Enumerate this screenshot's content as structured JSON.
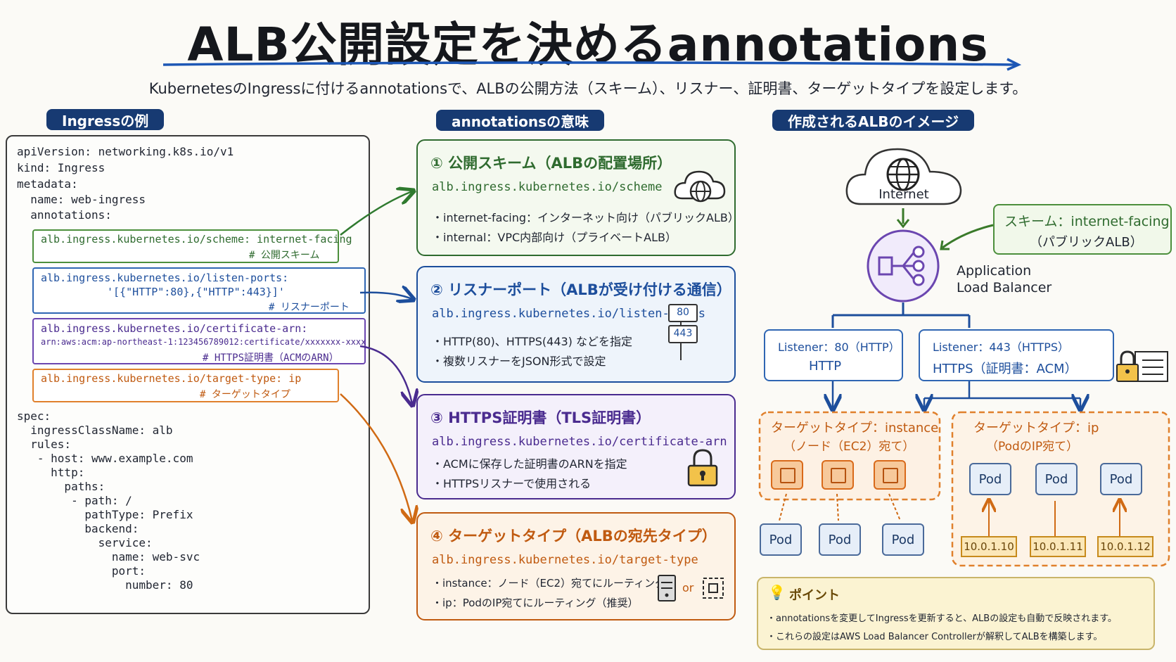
{
  "title": "ALB公開設定を決めるannotations",
  "subtitle": "KubernetesのIngressに付けるannotationsで、ALBの公開方法（スキーム）、リスナー、証明書、ターゲットタイプを設定します。",
  "sections": {
    "example": "Ingressの例",
    "meaning": "annotationsの意味",
    "image": "作成されるALBのイメージ"
  },
  "code": {
    "l1": "apiVersion: networking.k8s.io/v1",
    "l2": "kind: Ingress",
    "l3": "metadata:",
    "l4": "  name: web-ingress",
    "l5": "  annotations:",
    "scheme": "alb.ingress.kubernetes.io/scheme: internet-facing",
    "scheme_comment": "# 公開スキーム",
    "ports": "alb.ingress.kubernetes.io/listen-ports:",
    "ports_value": "'[{\"HTTP\":80},{\"HTTP\":443}]'",
    "ports_comment": "# リスナーポート",
    "cert": "alb.ingress.kubernetes.io/certificate-arn:",
    "cert_value": "arn:aws:acm:ap-northeast-1:123456789012:certificate/xxxxxxx-xxxx",
    "cert_comment": "# HTTPS証明書（ACMのARN）",
    "target": "alb.ingress.kubernetes.io/target-type: ip",
    "target_comment": "# ターゲットタイプ",
    "s1": "spec:",
    "s2": "  ingressClassName: alb",
    "s3": "  rules:",
    "s4": "   - host: www.example.com",
    "s5": "     http:",
    "s6": "       paths:",
    "s7": "        - path: /",
    "s8": "          pathType: Prefix",
    "s9": "          backend:",
    "s10": "            service:",
    "s11": "              name: web-svc",
    "s12": "              port:",
    "s13": "                number: 80"
  },
  "cards": {
    "scheme": {
      "title": "① 公開スキーム（ALBの配置場所）",
      "anno": "alb.ingress.kubernetes.io/scheme",
      "b1": "・internet-facing：インターネット向け（パブリックALB）",
      "b2": "・internal：VPC内部向け（プライベートALB）"
    },
    "ports": {
      "title": "② リスナーポート（ALBが受け付ける通信）",
      "anno": "alb.ingress.kubernetes.io/listen-ports",
      "b1": "・HTTP(80)、HTTPS(443) などを指定",
      "b2": "・複数リスナーをJSON形式で設定",
      "sign1": "80",
      "sign2": "443"
    },
    "cert": {
      "title": "③ HTTPS証明書（TLS証明書）",
      "anno": "alb.ingress.kubernetes.io/certificate-arn",
      "b1": "・ACMに保存した証明書のARNを指定",
      "b2": "・HTTPSリスナーで使用される"
    },
    "target": {
      "title": "④ ターゲットタイプ（ALBの宛先タイプ）",
      "anno": "alb.ingress.kubernetes.io/target-type",
      "b1": "・instance：ノード（EC2）宛てにルーティング",
      "b2": "・ip：PodのIP宛てにルーティング（推奨）",
      "or": "or"
    }
  },
  "alb": {
    "internet": "Internet",
    "scheme_label1": "スキーム：internet-facing",
    "scheme_label2": "（パブリックALB）",
    "alb_label1": "Application",
    "alb_label2": "Load Balancer",
    "listener80_1": "Listener：80（HTTP）",
    "listener80_2": "HTTP",
    "listener443_1": "Listener：443（HTTPS）",
    "listener443_2": "HTTPS（証明書：ACM）",
    "instance_title1": "ターゲットタイプ：instance",
    "instance_title2": "（ノード（EC2）宛て）",
    "ip_title1": "ターゲットタイプ：ip",
    "ip_title2": "（PodのIP宛て）",
    "pod": "Pod",
    "ips": [
      "10.0.1.10",
      "10.0.1.11",
      "10.0.1.12"
    ]
  },
  "point": {
    "title": "ポイント",
    "b1": "・annotationsを変更してIngressを更新すると、ALBの設定も自動で反映されます。",
    "b2": "・これらの設定はAWS Load Balancer Controllerが解釈してALBを構築します。"
  },
  "colors": {
    "navy": "#173a72",
    "green": "#4c8f3c",
    "blue": "#2f66b3",
    "purple": "#6b46b0",
    "orange": "#e0802c"
  }
}
